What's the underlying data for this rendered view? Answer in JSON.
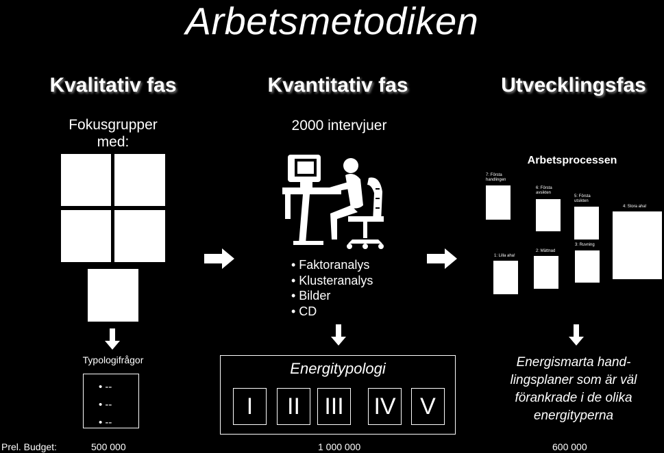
{
  "title": "Arbetsmetodiken",
  "phases": [
    {
      "heading": "Kvalitativ fas",
      "subtitle_lines": [
        "Fokusgrupper",
        "med:"
      ],
      "questions_label": "Typologifrågor",
      "question_items": [
        "• --",
        "• --",
        "• --"
      ],
      "budget": "500 000"
    },
    {
      "heading": "Kvantitativ fas",
      "subtitle": "2000 intervjuer",
      "methods": [
        "• Faktoranalys",
        "• Klusteranalys",
        "• Bilder",
        "• CD"
      ],
      "typology_title": "Energitypologi",
      "typology_items": [
        "I",
        "II",
        "III",
        "IV",
        "V"
      ],
      "budget": "1 000 000"
    },
    {
      "heading": "Utvecklingsfas",
      "process_title": "Arbetsprocessen",
      "process_steps": [
        {
          "label": "1: Lilla aha!"
        },
        {
          "label": "2: Mättnad"
        },
        {
          "label": "3: Ruvning"
        },
        {
          "label": "4: Stora aha!"
        },
        {
          "label": "5: Första utsikten"
        },
        {
          "label": "6: Första avsikten"
        },
        {
          "label": "7: Första handlingen"
        }
      ],
      "result_lines": [
        "Energismarta hand-",
        "lingsplaner som är väl",
        "förankrade i de olika",
        "energityperna"
      ],
      "budget": "600 000"
    }
  ],
  "budget_label": "Prel. Budget:",
  "icons": [
    "arrow-right-icon",
    "arrow-down-icon",
    "computer-worker-icon"
  ],
  "colors": {
    "background": "#000000",
    "foreground": "#ffffff"
  }
}
